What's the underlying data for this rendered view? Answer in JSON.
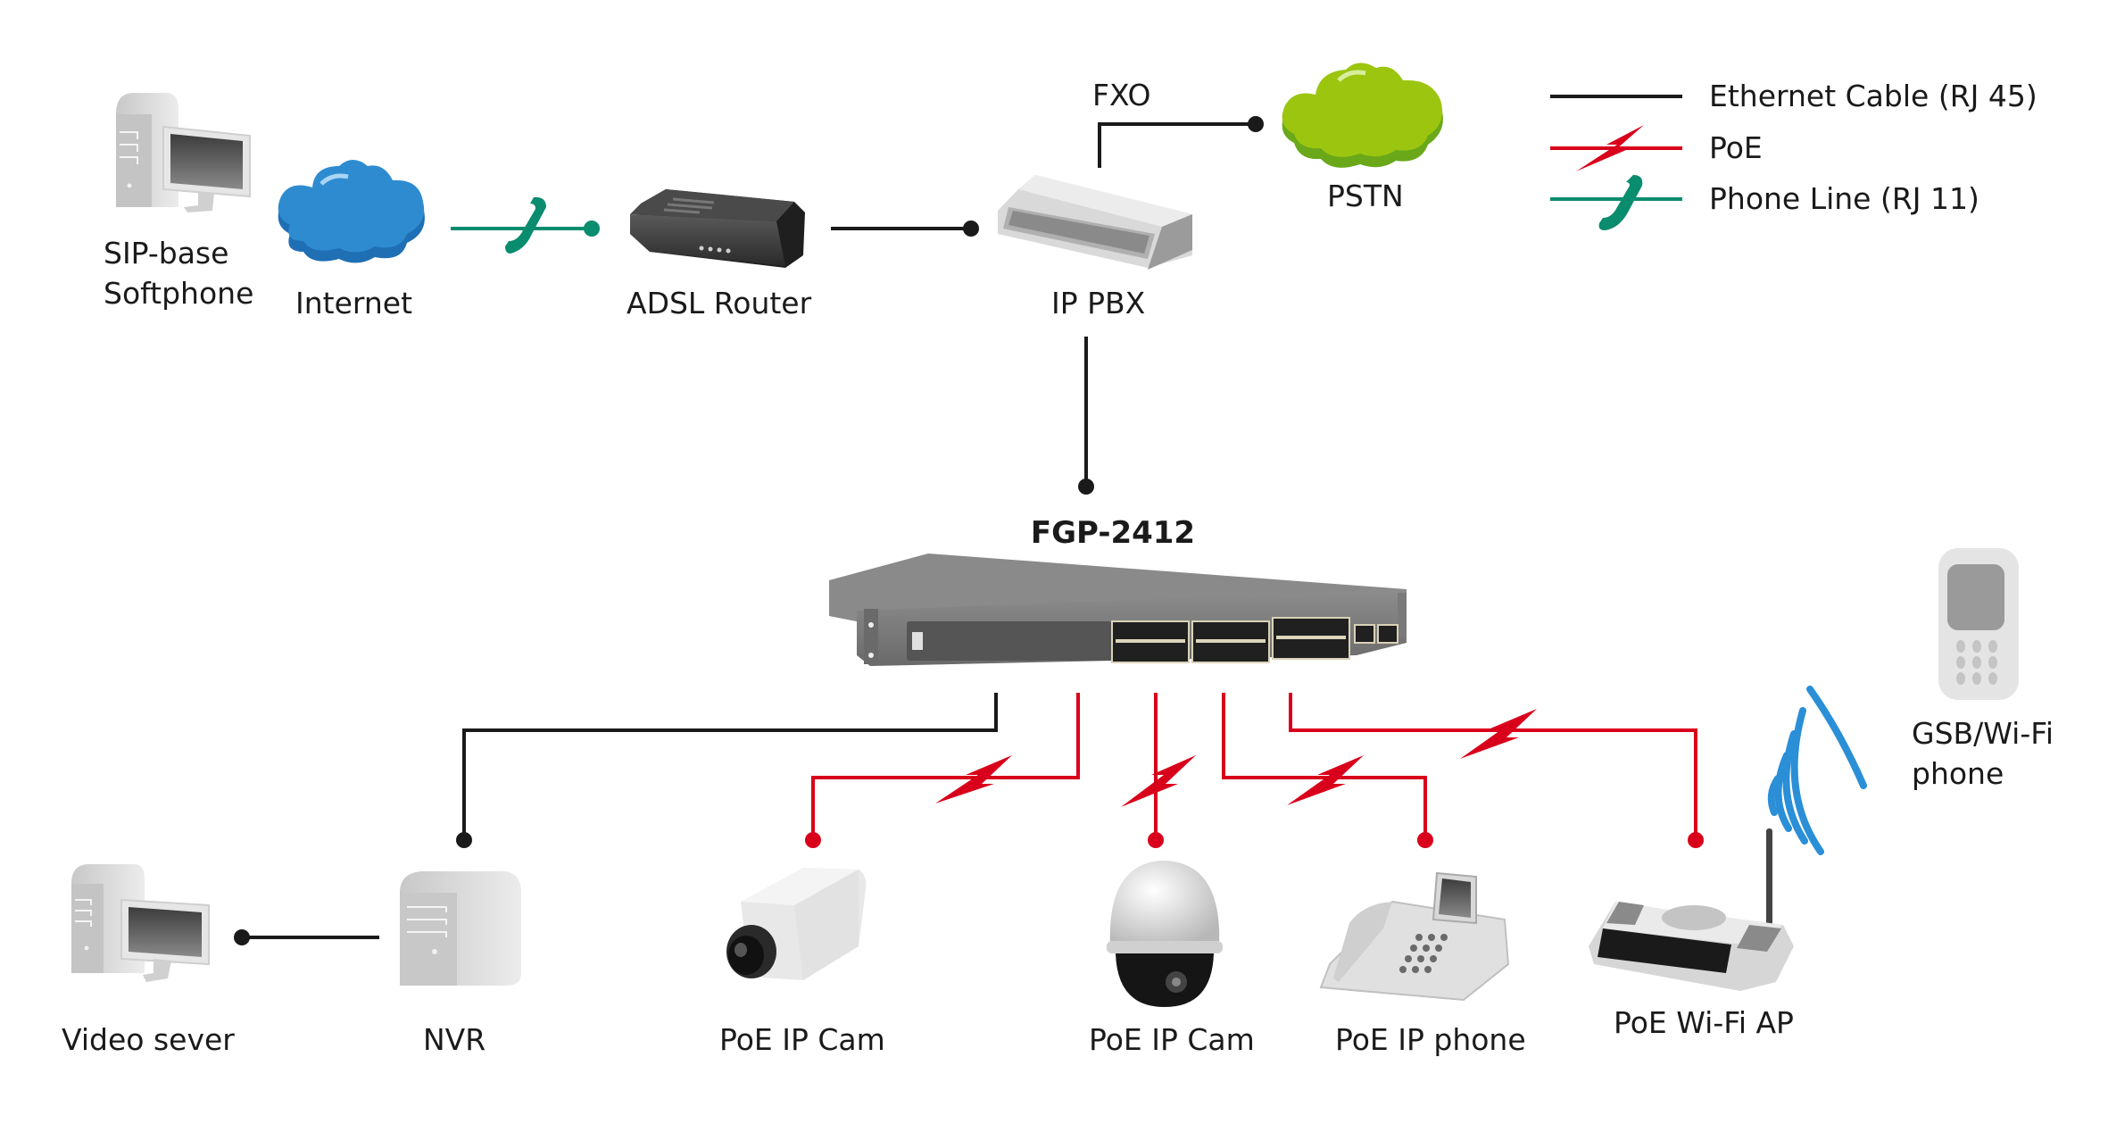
{
  "title": "FGP-2412",
  "colors": {
    "ethernet": "#1a1a1a",
    "poe": "#d9001b",
    "phone_line": "#0a8c6e",
    "internet_cloud": "#2e8bd0",
    "pstn_cloud": "#8fc31f",
    "wifi": "#2a8fd6"
  },
  "legend": [
    {
      "type": "ethernet",
      "label": "Ethernet Cable (RJ 45)"
    },
    {
      "type": "poe",
      "label": "PoE"
    },
    {
      "type": "phone_line",
      "label": "Phone Line (RJ 11)"
    }
  ],
  "nodes": {
    "softphone": {
      "line1": "SIP-base",
      "line2": "Softphone"
    },
    "internet": {
      "label": "Internet"
    },
    "adsl_router": {
      "label": "ADSL Router"
    },
    "ip_pbx": {
      "label": "IP PBX"
    },
    "fxo": {
      "label": "FXO"
    },
    "pstn": {
      "label": "PSTN"
    },
    "switch": {
      "label": "FGP-2412"
    },
    "video_server": {
      "label": "Video sever"
    },
    "nvr": {
      "label": "NVR"
    },
    "ip_cam_box": {
      "label": "PoE IP Cam"
    },
    "ip_cam_dome": {
      "label": "PoE IP Cam"
    },
    "ip_phone": {
      "label": "PoE IP phone"
    },
    "wifi_ap": {
      "label": "PoE Wi-Fi AP"
    },
    "mobile": {
      "line1": "GSB/Wi-Fi",
      "line2": "phone"
    }
  },
  "connections": [
    {
      "from": "softphone",
      "to": "internet",
      "type": "none"
    },
    {
      "from": "internet",
      "to": "adsl_router",
      "type": "phone_line"
    },
    {
      "from": "adsl_router",
      "to": "ip_pbx",
      "type": "ethernet"
    },
    {
      "from": "ip_pbx",
      "to": "pstn",
      "type": "ethernet",
      "via": "FXO"
    },
    {
      "from": "ip_pbx",
      "to": "switch",
      "type": "ethernet"
    },
    {
      "from": "switch",
      "to": "nvr",
      "type": "ethernet"
    },
    {
      "from": "nvr",
      "to": "video_server",
      "type": "ethernet"
    },
    {
      "from": "switch",
      "to": "ip_cam_box",
      "type": "poe"
    },
    {
      "from": "switch",
      "to": "ip_cam_dome",
      "type": "poe"
    },
    {
      "from": "switch",
      "to": "ip_phone",
      "type": "poe"
    },
    {
      "from": "switch",
      "to": "wifi_ap",
      "type": "poe"
    },
    {
      "from": "wifi_ap",
      "to": "mobile",
      "type": "wireless"
    }
  ]
}
